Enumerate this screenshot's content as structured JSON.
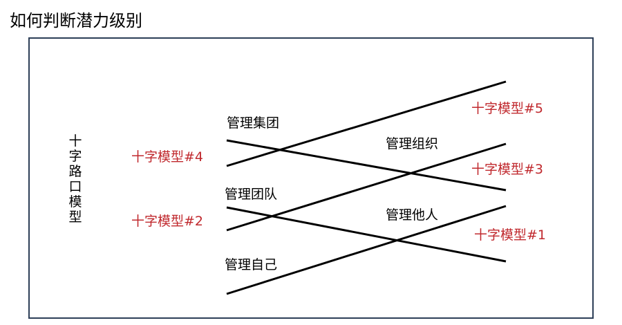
{
  "title": "如何判断潜力级别",
  "side_label": "十字路口模型",
  "levels": {
    "self": "管理自己",
    "others": "管理他人",
    "team": "管理团队",
    "organization": "管理组织",
    "group": "管理集团"
  },
  "crossroads": {
    "m1": "十字模型#1",
    "m2": "十字模型#2",
    "m3": "十字模型#3",
    "m4": "十字模型#4",
    "m5": "十字模型#5"
  },
  "colors": {
    "frame": "#2c3e57",
    "model_label": "#c0282d",
    "line": "#000000"
  }
}
